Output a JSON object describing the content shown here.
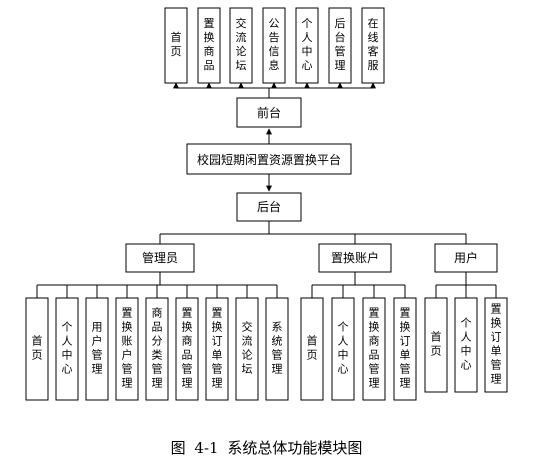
{
  "top_items": [
    "首页",
    "置换商品",
    "交流论坛",
    "公告信息",
    "个人中心",
    "后台管理",
    "在线客服"
  ],
  "front": "前台",
  "platform": "校园短期闲置资源置换平台",
  "back": "后台",
  "roles": [
    {
      "name": "管理员",
      "items": [
        "首页",
        "个人中心",
        "用户管理",
        "置换账户管理",
        "商品分类管理",
        "置换商品管理",
        "置换订单管理",
        "交流论坛",
        "系统管理"
      ]
    },
    {
      "name": "置换账户",
      "items": [
        "首页",
        "个人中心",
        "置换商品管理",
        "置换订单管理"
      ]
    },
    {
      "name": "用户",
      "items": [
        "首页",
        "个人中心",
        "置换订单管理"
      ]
    }
  ],
  "caption": {
    "label": "图",
    "number": "4-1",
    "title": "系统总体功能模块图"
  }
}
